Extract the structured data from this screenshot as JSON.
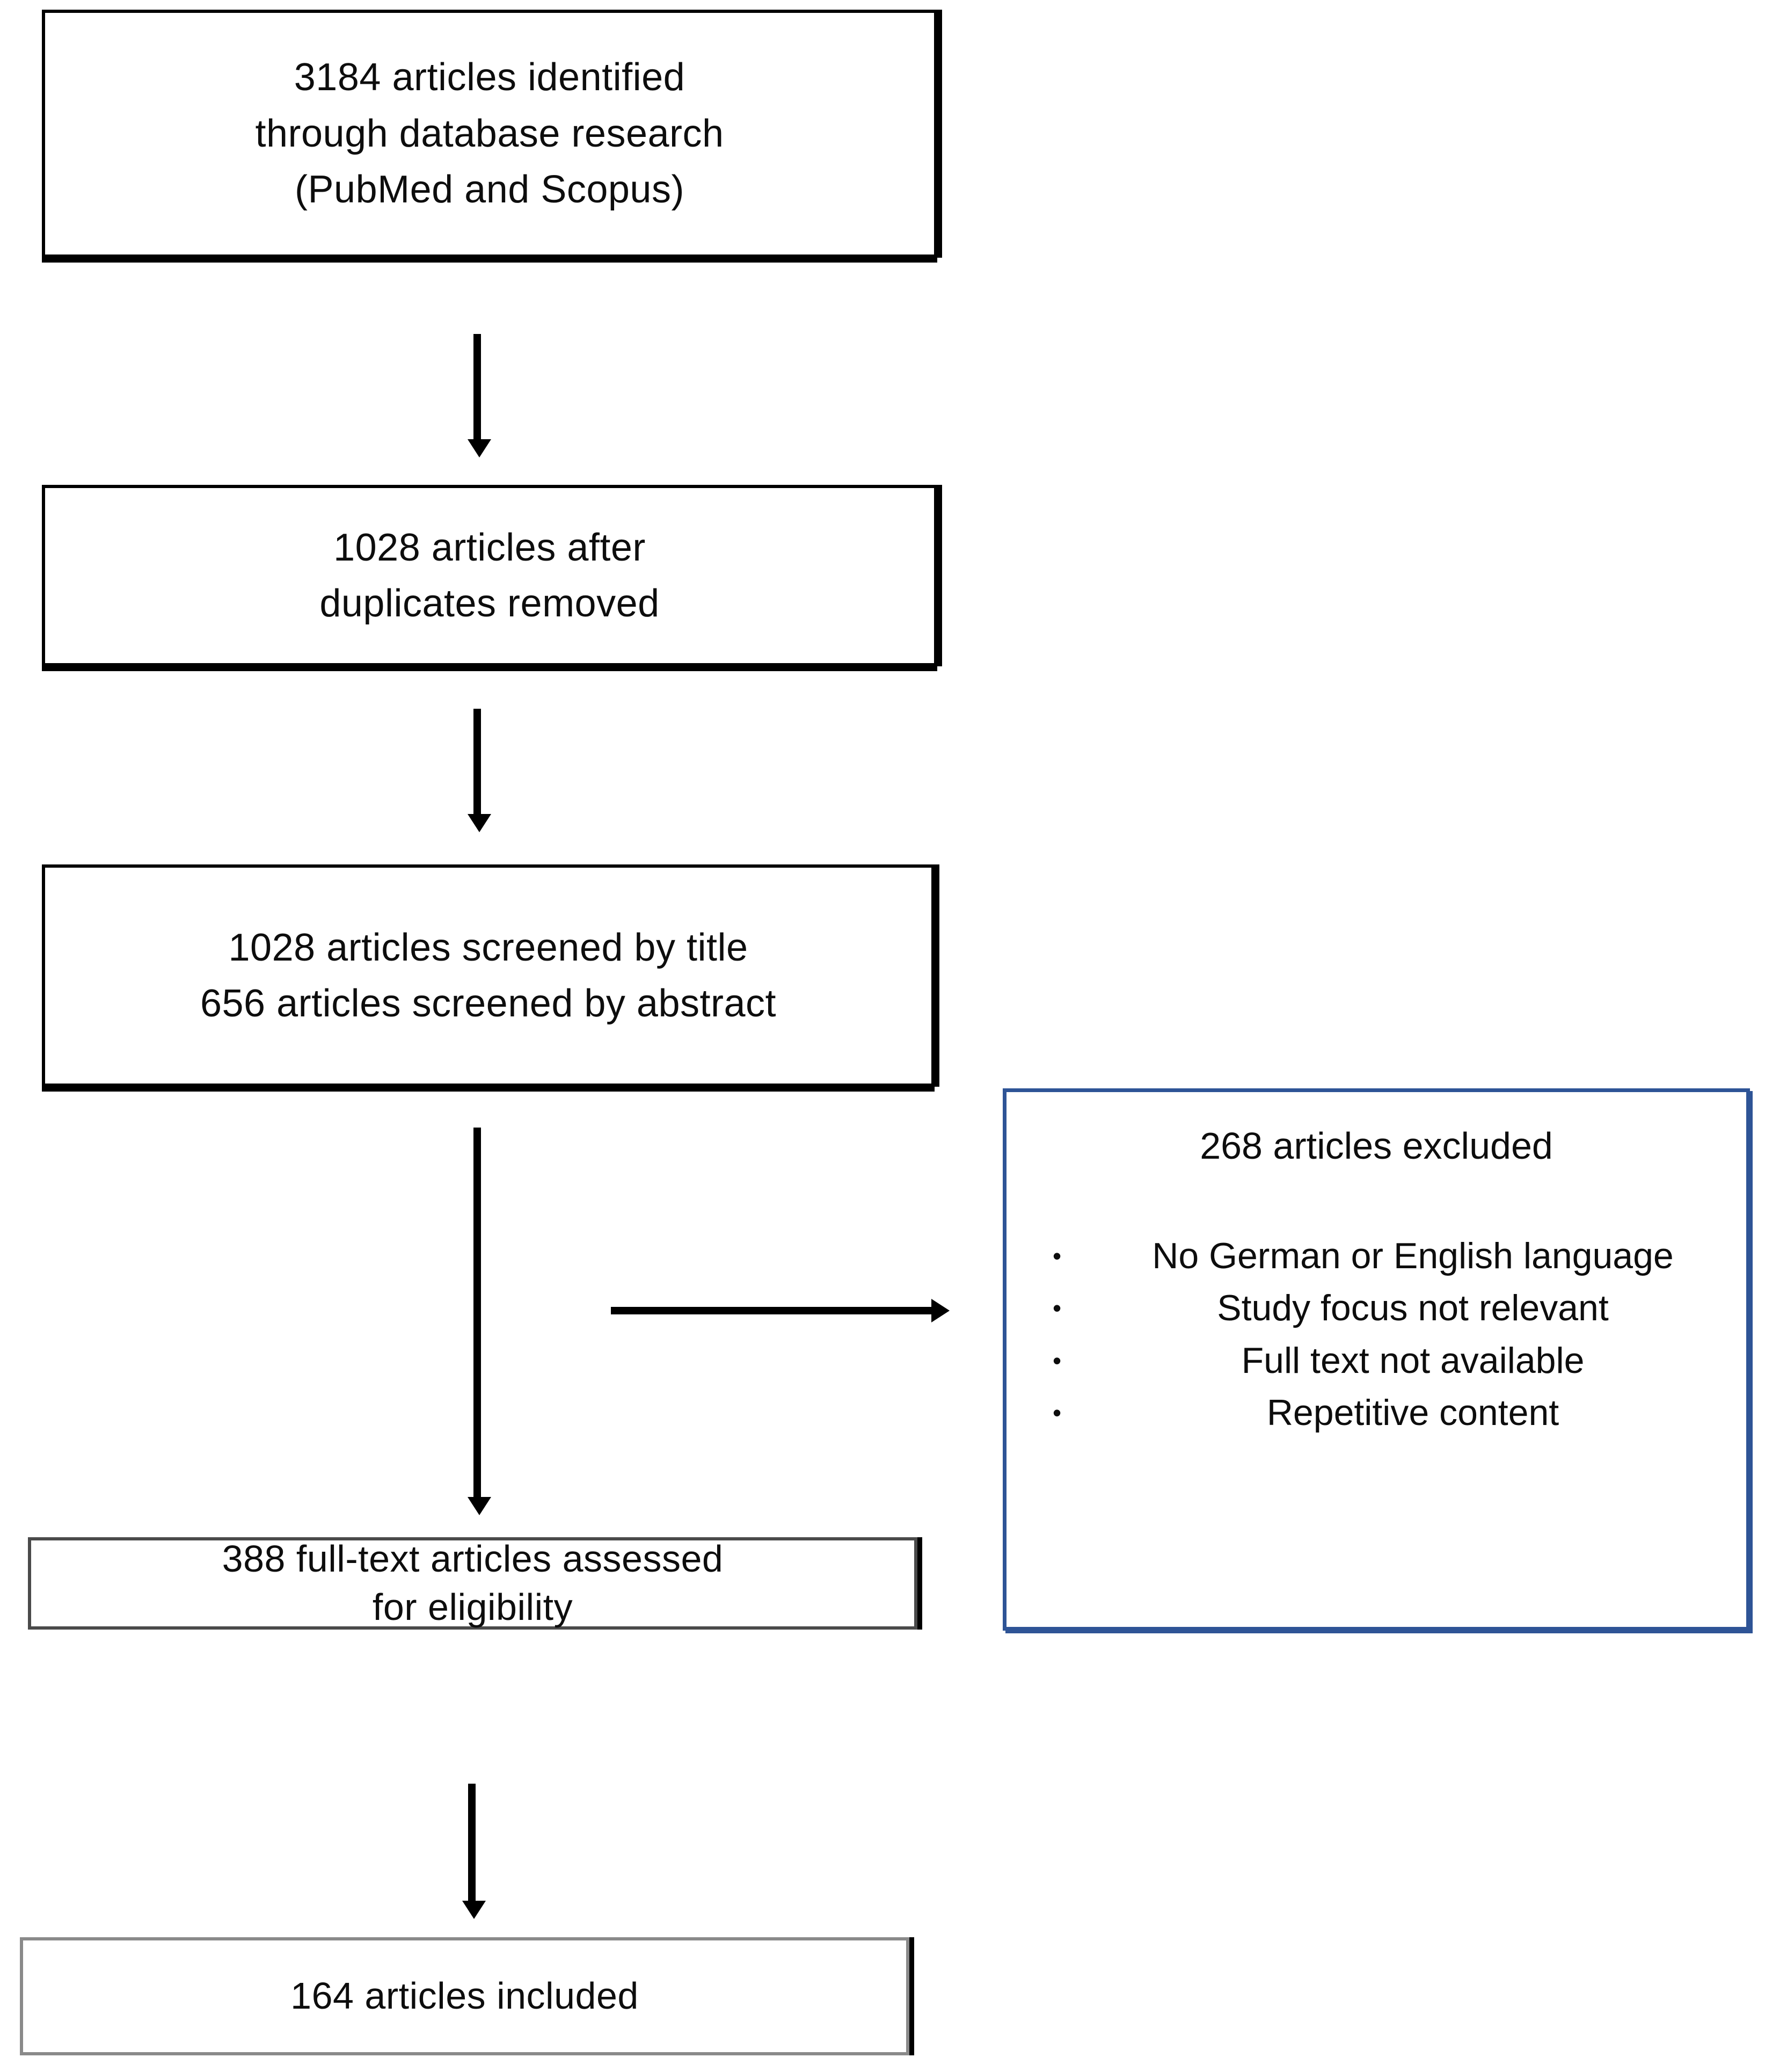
{
  "diagram": {
    "type": "prisma-flow-diagram",
    "title": "PRISMA study selection flow",
    "colors": {
      "box_border_black": "#000000",
      "box_border_grey_dark": "#4a4a4a",
      "box_border_grey_light": "#8a8a8a",
      "excluded_box_border_blue": "#2e5496",
      "arrow": "#000000",
      "text": "#0d0d0d",
      "background": "#ffffff"
    },
    "boxes": {
      "identified": {
        "lines": [
          "3184 articles identified",
          "through database research",
          "(PubMed and Scopus)"
        ],
        "count": 3184
      },
      "duplicates_removed": {
        "lines": [
          "1028 articles after",
          "duplicates removed"
        ],
        "count": 1028
      },
      "screened": {
        "lines": [
          "1028 articles screened by title",
          "656 articles screened by abstract"
        ],
        "count_title": 1028,
        "count_abstract": 656
      },
      "full_text_assessed": {
        "lines": [
          "388 full-text articles assessed",
          "for eligibility"
        ],
        "count": 388
      },
      "included": {
        "lines": [
          "164 articles included"
        ],
        "count": 164
      },
      "excluded": {
        "title": "268 articles excluded",
        "count": 268,
        "bullet": "•",
        "reasons": [
          "No German or English language",
          "Study focus not relevant",
          "Full text not available",
          "Repetitive content"
        ]
      }
    },
    "arrows": [
      {
        "name": "identified-to-duplicates",
        "direction": "down"
      },
      {
        "name": "duplicates-to-screened",
        "direction": "down"
      },
      {
        "name": "screened-to-fulltext",
        "direction": "down"
      },
      {
        "name": "screened-to-excluded",
        "direction": "right"
      },
      {
        "name": "fulltext-to-included",
        "direction": "down"
      }
    ]
  }
}
